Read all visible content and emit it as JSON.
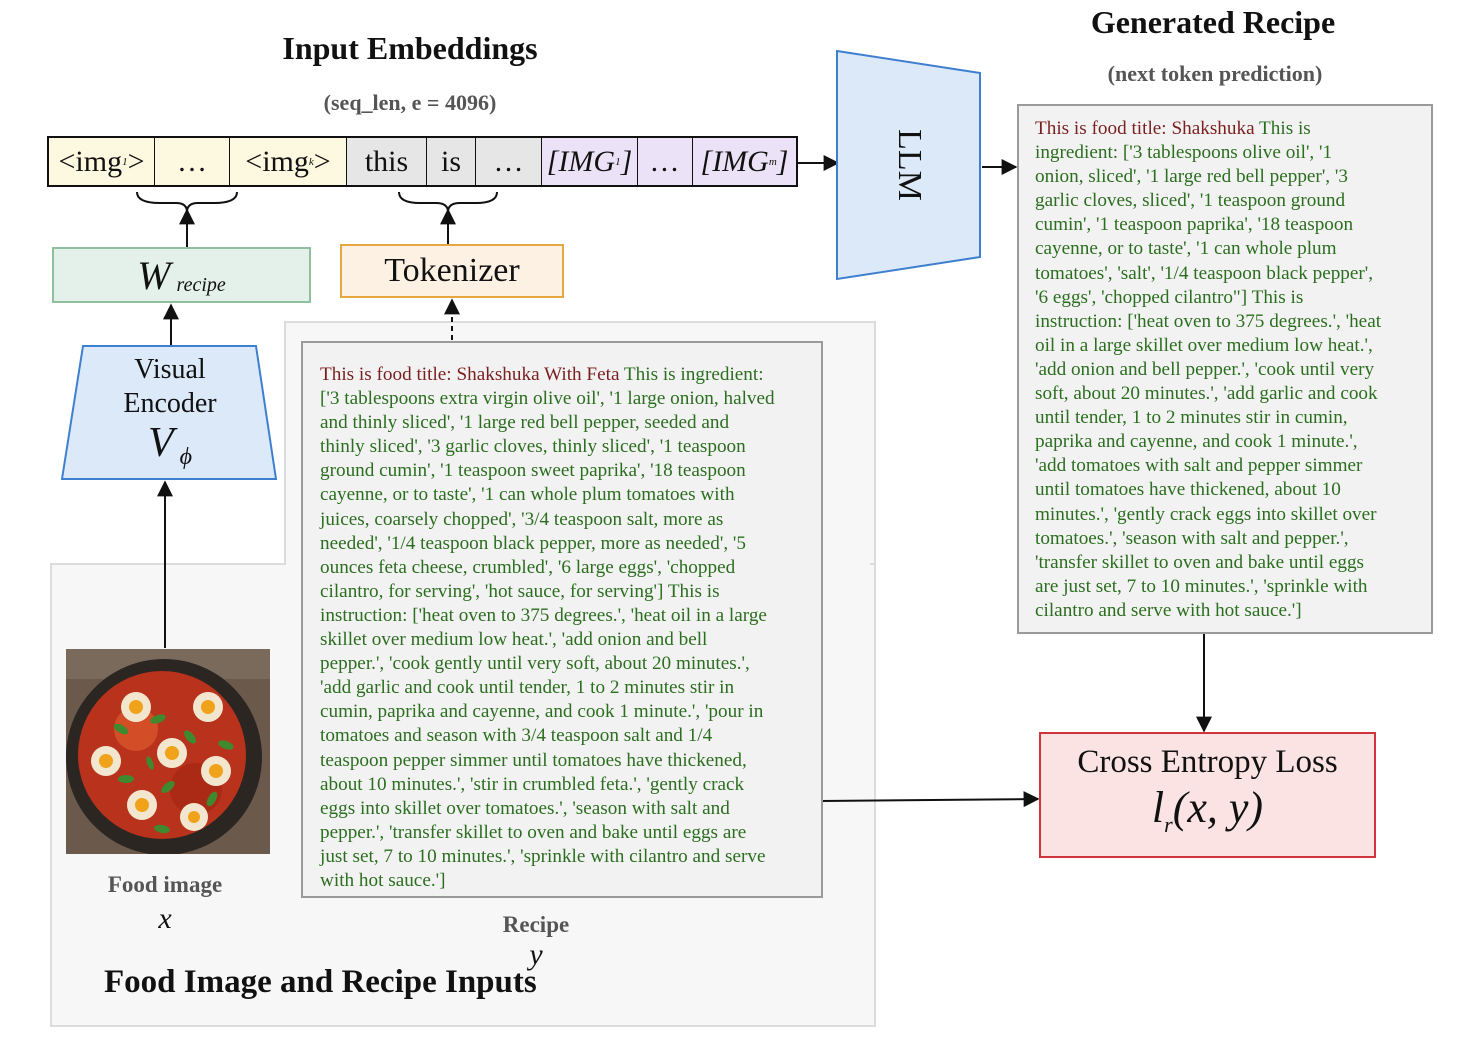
{
  "headings": {
    "input_embeddings": "Input Embeddings",
    "seq_len": "(seq_len, e = 4096)",
    "generated_recipe": "Generated Recipe",
    "next_token": "(next token prediction)",
    "inputs_panel": "Food Image and Recipe Inputs"
  },
  "tokens": {
    "img_1": "<img",
    "img_1_sub": "1",
    "img_1_close": ">",
    "dots_1": "…",
    "img_k": "<img",
    "img_k_sub": "k",
    "img_k_close": ">",
    "this": "this",
    "is": "is",
    "dots_2": "…",
    "IMG_1": "[IMG",
    "IMG_1_sub": "1",
    "IMG_1_close": "]",
    "dots_3": "…",
    "IMG_m": "[IMG",
    "IMG_m_sub": "m",
    "IMG_m_close": "]"
  },
  "blocks": {
    "w_recipe_main": "W",
    "w_recipe_sub": "recipe",
    "tokenizer": "Tokenizer",
    "visual_encoder_line1": "Visual",
    "visual_encoder_line2": "Encoder",
    "visual_encoder_sym": "V",
    "visual_encoder_sub": "ϕ",
    "llm": "LLM",
    "loss_title": "Cross Entropy Loss",
    "loss_l": "l",
    "loss_sub": "r",
    "loss_args": "(x, y)"
  },
  "labels": {
    "food_image": "Food image",
    "food_image_var": "x",
    "recipe": "Recipe",
    "recipe_var": "y"
  },
  "input_recipe": {
    "title_part": "This is food title: Shakshuka With Feta",
    "lines": [
      " This is ingredient:",
      "['3 tablespoons extra virgin olive oil', '1 large onion, halved",
      "and thinly sliced', '1 large red bell pepper, seeded and",
      "thinly sliced', '3 garlic cloves, thinly sliced', '1 teaspoon",
      "ground cumin', '1 teaspoon sweet paprika', '18 teaspoon",
      "cayenne, or to taste', '1 can whole plum tomatoes with",
      "juices, coarsely chopped', '3/4 teaspoon salt, more as",
      "needed', '1/4 teaspoon black pepper, more as needed', '5",
      "ounces feta cheese, crumbled', '6 large eggs', 'chopped",
      "cilantro, for serving', 'hot sauce, for serving'] This is",
      "instruction: ['heat oven to 375 degrees.', 'heat oil in a large",
      "skillet over medium low heat.', 'add onion and bell",
      "pepper.', 'cook gently until very soft, about 20 minutes.',",
      "'add garlic and cook until tender, 1 to 2 minutes stir in",
      "cumin, paprika and cayenne, and cook 1 minute.', 'pour in",
      "tomatoes and season with 3/4 teaspoon salt and 1/4",
      "teaspoon pepper simmer until tomatoes have thickened,",
      "about 10 minutes.', 'stir in crumbled feta.', 'gently crack",
      "eggs into skillet over tomatoes.', 'season with salt and",
      "pepper.', 'transfer skillet to oven and bake until eggs are",
      "just set, 7 to 10 minutes.', 'sprinkle with cilantro and serve",
      "with hot sauce.']"
    ]
  },
  "generated_recipe": {
    "title_part": "This is food title: Shakshuka",
    "lines": [
      " This is",
      "ingredient: ['3 tablespoons olive oil', '1",
      "onion, sliced', '1 large red bell pepper', '3",
      "garlic cloves, sliced', '1 teaspoon ground",
      "cumin', '1 teaspoon paprika', '18 teaspoon",
      "cayenne, or to taste', '1 can whole plum",
      "tomatoes', 'salt', '1/4 teaspoon black pepper',",
      "'6 eggs', 'chopped cilantro\"] This is",
      "instruction: ['heat oven to 375 degrees.', 'heat",
      "oil in a large skillet over medium low heat.',",
      "'add onion and bell pepper.', 'cook until very",
      "soft, about 20 minutes.', 'add garlic and cook",
      "until tender, 1 to 2 minutes stir in cumin,",
      "paprika and cayenne, and cook 1 minute.',",
      "'add tomatoes with salt and pepper simmer",
      "until tomatoes have thickened, about 10",
      "minutes.', 'gently crack eggs into skillet over",
      "tomatoes.', 'season with salt and pepper.',",
      "'transfer skillet to oven and bake until eggs",
      "are just set, 7 to 10 minutes.', 'sprinkle with",
      "cilantro and serve with hot sauce.']"
    ]
  },
  "colors": {
    "w_recipe_fill": "#e3f1ea",
    "w_recipe_border": "#8fbf9f",
    "tokenizer_fill": "#fdf1e3",
    "tokenizer_border": "#e6a640",
    "encoder_fill": "#dce9f8",
    "encoder_border": "#3f7fd0",
    "loss_fill": "#fbe3e3",
    "loss_border": "#d0343a",
    "title_text": "#7a1f1f",
    "body_text": "#2b6e1f"
  },
  "icons": {
    "food_photo": "shakshuka-pan-image"
  }
}
